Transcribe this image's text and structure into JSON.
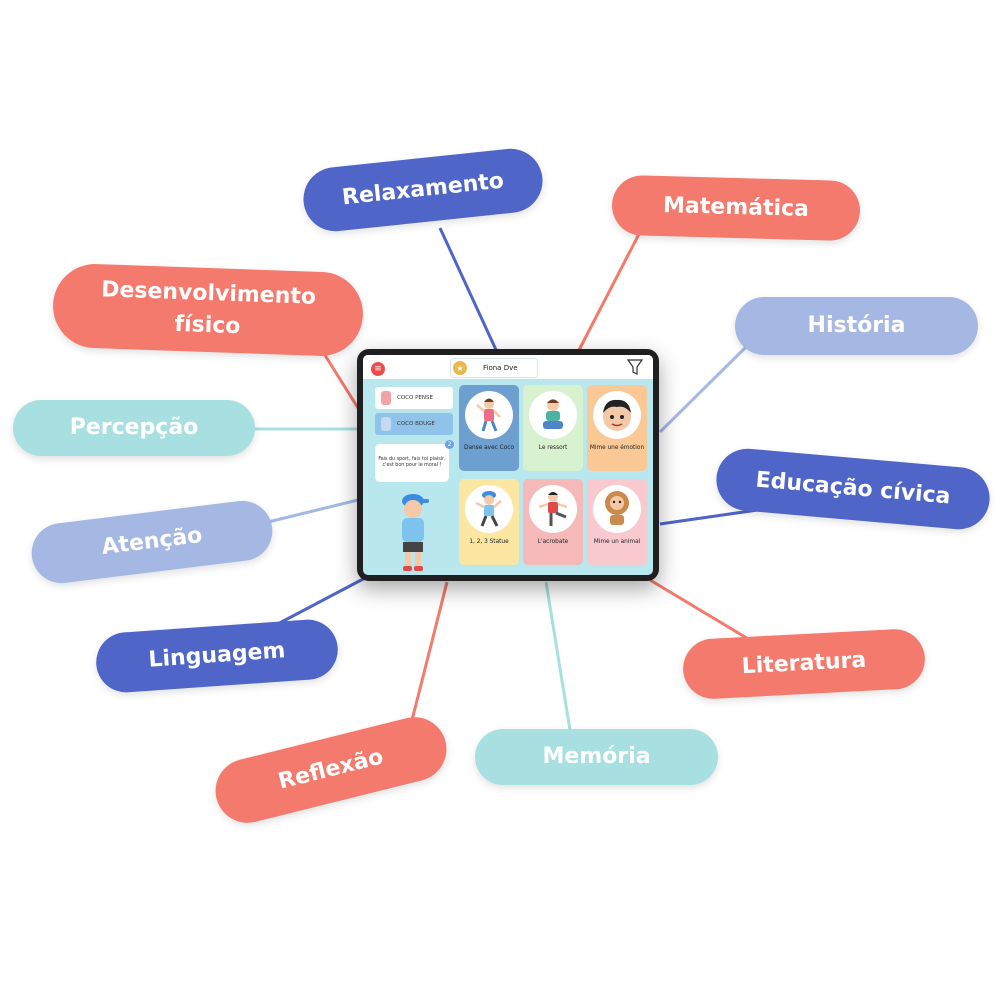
{
  "colors": {
    "red": "#f37a6c",
    "dark_blue": "#4f65c8",
    "light_blue": "#a5b7e3",
    "teal": "#a8e0e1",
    "tablet_screen": "#b8e7ee"
  },
  "topics": [
    {
      "key": "relaxamento",
      "label": "Relaxamento",
      "color": "#4f65c8"
    },
    {
      "key": "matematica",
      "label": "Matemática",
      "color": "#f37a6c"
    },
    {
      "key": "desenvolvimento",
      "label_line1": "Desenvolvimento",
      "label_line2": "físico",
      "color": "#f37a6c"
    },
    {
      "key": "historia",
      "label": "História",
      "color": "#a5b7e3"
    },
    {
      "key": "percepcao",
      "label": "Percepção",
      "color": "#a8e0e1"
    },
    {
      "key": "educacao",
      "label": "Educação cívica",
      "color": "#4f65c8"
    },
    {
      "key": "atencao",
      "label": "Atenção",
      "color": "#a5b7e3"
    },
    {
      "key": "linguagem",
      "label": "Linguagem",
      "color": "#4f65c8"
    },
    {
      "key": "literatura",
      "label": "Literatura",
      "color": "#f37a6c"
    },
    {
      "key": "reflexao",
      "label": "Reflexão",
      "color": "#f37a6c"
    },
    {
      "key": "memoria",
      "label": "Memória",
      "color": "#a8e0e1"
    }
  ],
  "app": {
    "user_name": "Fiona Dve",
    "menu_icon": "hamburger-icon",
    "filter_icon": "funnel-icon",
    "sidebar": [
      {
        "label": "COCO PENSE",
        "active": false
      },
      {
        "label": "COCO BOUGE",
        "active": true
      }
    ],
    "bubble_text": "Fais du sport, fais toi plaisir, c'est bon pour le moral !",
    "bubble_badge": "2",
    "activities": [
      {
        "label": "Danse avec Coco",
        "bg": "#6d9fd1"
      },
      {
        "label": "Le ressort",
        "bg": "#d8f2cf"
      },
      {
        "label": "Mime une émotion",
        "bg": "#f9c895"
      },
      {
        "label": "1, 2, 3 Statue",
        "bg": "#fbe7a2"
      },
      {
        "label": "L'acrobate",
        "bg": "#f6b9b9"
      },
      {
        "label": "Mime un animal",
        "bg": "#f8c9cf"
      }
    ]
  }
}
